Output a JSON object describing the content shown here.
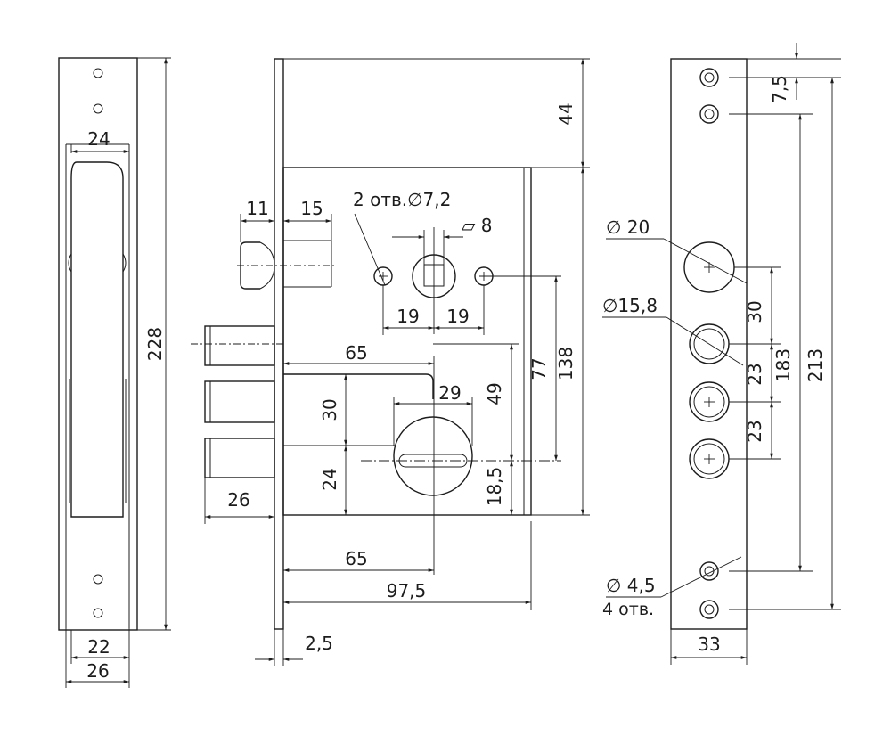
{
  "side_view": {
    "dims": {
      "width_24": "24",
      "height_228": "228",
      "width_22": "22",
      "width_26": "26"
    }
  },
  "front_view": {
    "dims": {
      "d11": "11",
      "d15": "15",
      "holes_note": "2 отв.∅7,2",
      "square_8": "⏥ 8",
      "d19_left": "19",
      "d19_right": "19",
      "d44": "44",
      "d65_top": "65",
      "d29": "29",
      "d30": "30",
      "d24": "24",
      "d49": "49",
      "d77": "77",
      "d138": "138",
      "d18_5": "18,5",
      "d26": "26",
      "d65_bottom": "65",
      "d97_5": "97,5",
      "d2_5": "2,5"
    }
  },
  "faceplate_view": {
    "dims": {
      "d7_5": "7,5",
      "dia20": "∅ 20",
      "dia15_8": "∅15,8",
      "d30": "30",
      "d23_a": "23",
      "d23_b": "23",
      "d183": "183",
      "d213": "213",
      "dia4_5": "∅ 4,5",
      "holes4": "4 отв.",
      "d33": "33"
    }
  }
}
